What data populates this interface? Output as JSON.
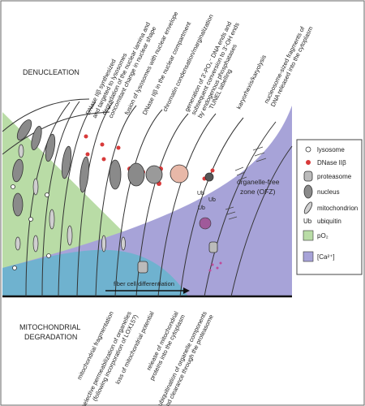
{
  "headings": {
    "top": "DENUCLEATION",
    "bottom_line1": "MITOCHONDRIAL",
    "bottom_line2": "DEGRADATION",
    "ofz_line1": "organelle-free",
    "ofz_line2": "zone (OFZ)",
    "arrow": "fiber cell differentiation"
  },
  "top_labels": [
    [
      "DNase IIβ synthesized",
      "and targeted to lysosomes"
    ],
    [
      "degradation of the nuclear lamina and",
      "concomitant change in nuclear shape"
    ],
    [
      "fusion of lysosomes with nuclear envelope"
    ],
    [
      "DNase IIβ in the nuclear compartment"
    ],
    [
      "chromatin condensation/marginalization"
    ],
    [
      "generation of 3'-PO₄⁻ DNA ends and",
      "subsequent conversion to 3'-OH ends",
      "by endogenous phosphatases"
    ],
    [
      "TUNEL labelling"
    ],
    [
      "karyorhexis/karyolysis"
    ],
    [
      "nucleosome-sized fragments of",
      "DNA released into the cytoplasm"
    ]
  ],
  "bottom_labels": [
    [
      "mitochondrial fragmentation"
    ],
    [
      "selective permeabilization of organelles",
      "(following incorporation of LOX15?)"
    ],
    [
      "loss of mitochondrial potential"
    ],
    [
      "release of mitochondrial",
      "proteins into the cytoplasm"
    ],
    [
      "ubiquitination of organelle components",
      "and clearance through the proteasome"
    ]
  ],
  "legend": [
    {
      "icon": "lysosome-icon",
      "label": "lysosome"
    },
    {
      "icon": "dnase-icon",
      "label": "DNase IIβ"
    },
    {
      "icon": "proteasome-icon",
      "label": "proteasome"
    },
    {
      "icon": "nucleus-icon",
      "label": "nucleus"
    },
    {
      "icon": "mitochondrion-icon",
      "label": "mitochondrion"
    },
    {
      "icon": "ubiquitin-icon",
      "label": "ubiquitin",
      "glyph": "Ub"
    },
    {
      "icon": "po2-swatch",
      "label": "pO₂"
    },
    {
      "icon": "calcium-swatch",
      "label": "[Ca²⁺]"
    }
  ],
  "ub_labels": [
    "Ub",
    "Ub",
    "Ub"
  ],
  "colors": {
    "po2": "#b9dca6",
    "calcium": "#a7a3d8",
    "overlap": "#6fb2cf",
    "dnase": "#d83a3a",
    "nucleus": "#8a8a8a",
    "line": "#333333"
  }
}
